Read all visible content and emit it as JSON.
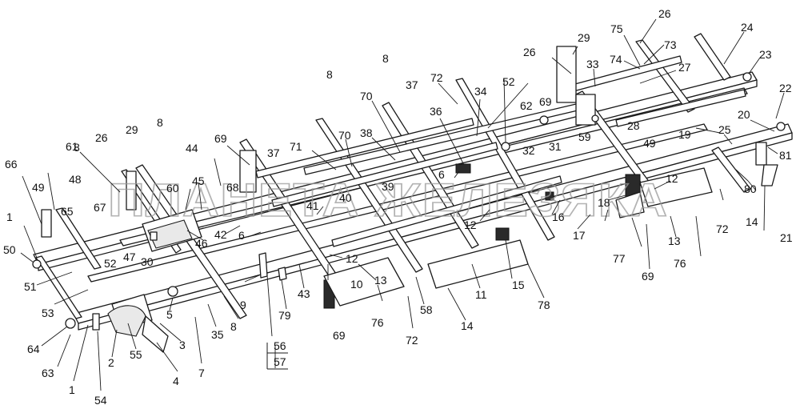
{
  "watermark": "ПЛАНЕТА ЖЕЛЕЗЯКА",
  "callouts": [
    "26",
    "75",
    "73",
    "74",
    "24",
    "23",
    "29",
    "27",
    "26",
    "33",
    "8",
    "72",
    "69",
    "22",
    "8",
    "37",
    "34",
    "52",
    "70",
    "62",
    "28",
    "20",
    "36",
    "25",
    "70",
    "38",
    "31",
    "59",
    "19",
    "81",
    "8",
    "49",
    "71",
    "32",
    "69",
    "37",
    "6",
    "12",
    "80",
    "29",
    "44",
    "18",
    "26",
    "8",
    "45",
    "68",
    "39",
    "12",
    "16",
    "21",
    "61",
    "60",
    "40",
    "72",
    "14",
    "49",
    "66",
    "48",
    "67",
    "41",
    "6",
    "17",
    "13",
    "77",
    "76",
    "65",
    "42",
    "46",
    "1",
    "30",
    "12",
    "69",
    "50",
    "47",
    "52",
    "10",
    "13",
    "15",
    "11",
    "78",
    "51",
    "9",
    "53",
    "43",
    "5",
    "79",
    "58",
    "14",
    "3",
    "8",
    "35",
    "64",
    "76",
    "72",
    "56",
    "57",
    "55",
    "2",
    "63",
    "7",
    "4",
    "69",
    "1",
    "54"
  ]
}
